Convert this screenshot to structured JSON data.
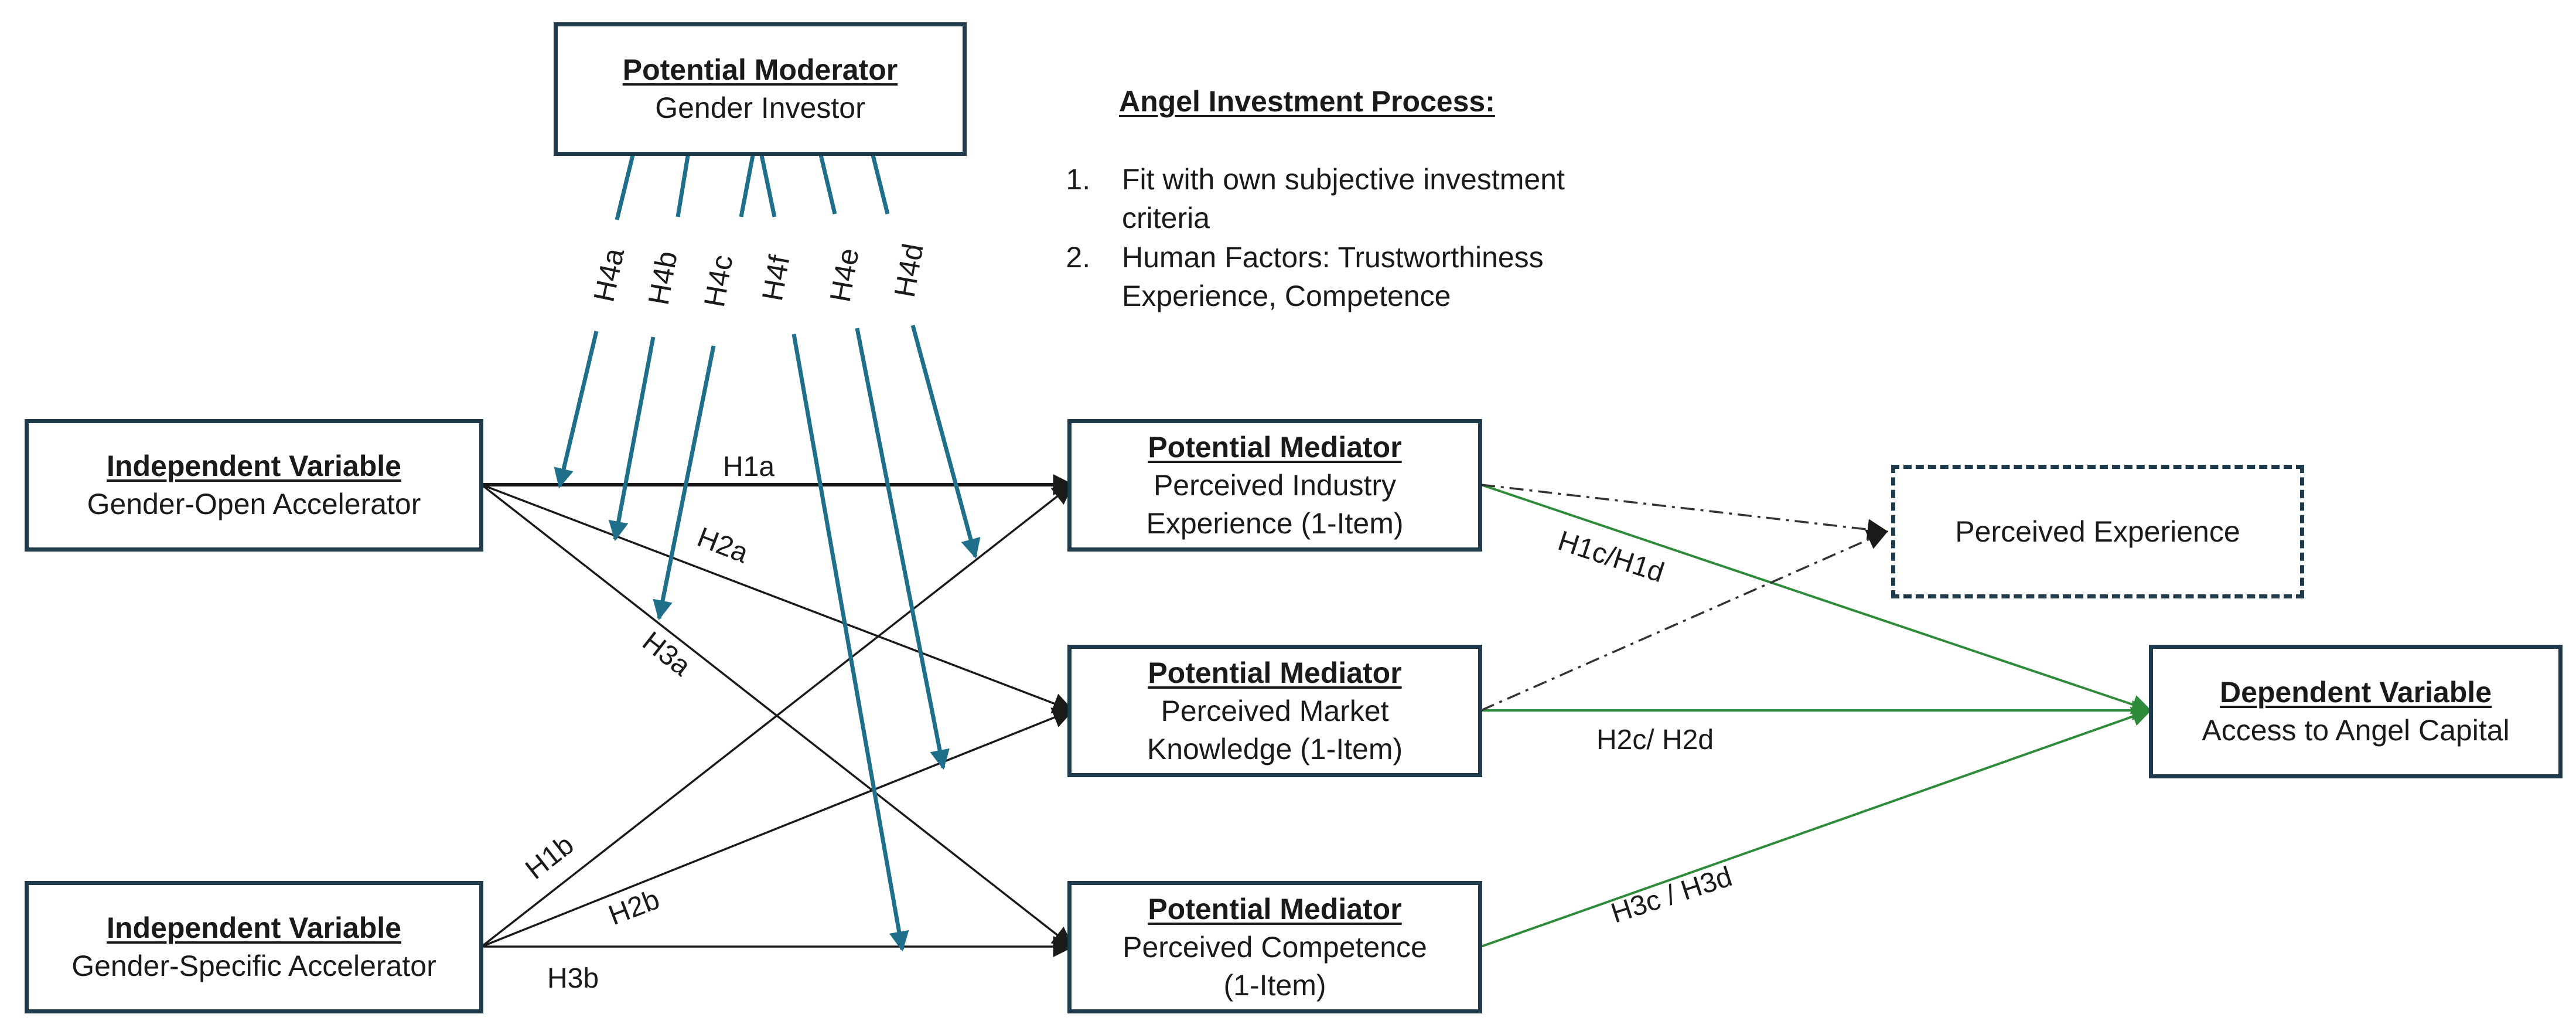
{
  "moderator": {
    "title": "Potential Moderator",
    "line1": "Gender Investor"
  },
  "process": {
    "heading": "Angel Investment Process:",
    "items": [
      {
        "line1": "Fit with own subjective investment",
        "line2": "criteria"
      },
      {
        "line1": "Human  Factors: Trustworthiness",
        "line2": "Experience, Competence"
      }
    ]
  },
  "iv_open": {
    "title": "Independent Variable",
    "line1": "Gender-Open Accelerator"
  },
  "iv_specific": {
    "title": "Independent Variable",
    "line1": "Gender-Specific Accelerator"
  },
  "mediator_industry": {
    "title": "Potential Mediator",
    "line1": "Perceived Industry",
    "line2": "Experience (1-Item)"
  },
  "mediator_market": {
    "title": "Potential Mediator",
    "line1": "Perceived Market",
    "line2": "Knowledge (1-Item)"
  },
  "mediator_competence": {
    "title": "Potential Mediator",
    "line1": "Perceived Competence",
    "line2": "(1-Item)"
  },
  "perceived_experience": {
    "label": "Perceived Experience"
  },
  "dependent": {
    "title": "Dependent Variable",
    "line1": "Access to Angel Capital"
  },
  "paths": {
    "h1a": "H1a",
    "h2a": "H2a",
    "h3a": "H3a",
    "h1b": "H1b",
    "h2b": "H2b",
    "h3b": "H3b",
    "h1c": "H1c/H1d",
    "h2c": "H2c/ H2d",
    "h3c": "H3c / H3d"
  },
  "moderation": {
    "h4a": "H4a",
    "h4b": "H4b",
    "h4c": "H4c",
    "h4f": "H4f",
    "h4e": "H4e",
    "h4d": "H4d"
  },
  "colors": {
    "box_border": "#1f3a4a",
    "black_arrow": "#1a1a1a",
    "teal_arrow": "#1f6f8b",
    "green_arrow": "#2e8b3a",
    "dashdot": "#333333"
  }
}
